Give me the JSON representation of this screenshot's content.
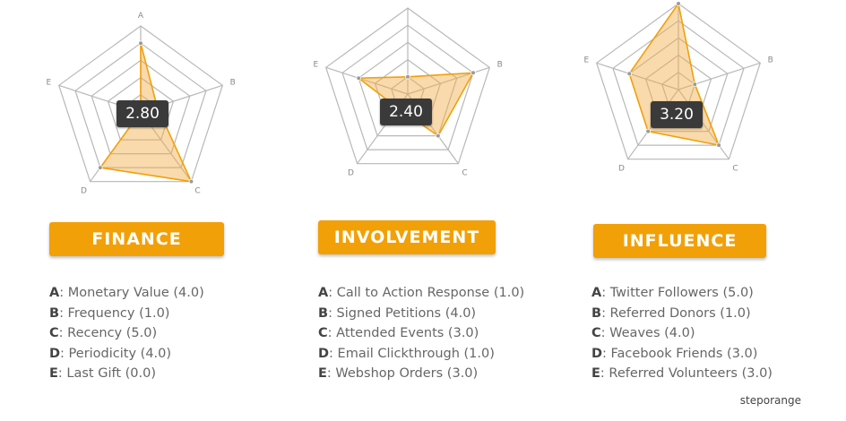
{
  "colors": {
    "accent": "#f2a007",
    "fill": "rgba(242,174,70,0.45)",
    "grid": "#b8b8b8",
    "badge": "#3a3a3a"
  },
  "credit": "steporange",
  "chart_data": [
    {
      "type": "radar",
      "title": "FINANCE",
      "score": "2.80",
      "axes": [
        "A",
        "B",
        "C",
        "D",
        "E"
      ],
      "range": [
        0,
        5
      ],
      "values": [
        4.0,
        1.0,
        5.0,
        4.0,
        0.0
      ],
      "legend": [
        {
          "key": "A",
          "text": ": Monetary Value (4.0)"
        },
        {
          "key": "B",
          "text": ": Frequency (1.0)"
        },
        {
          "key": "C",
          "text": ": Recency (5.0)"
        },
        {
          "key": "D",
          "text": ": Periodicity (4.0)"
        },
        {
          "key": "E",
          "text": ": Last Gift (0.0)"
        }
      ]
    },
    {
      "type": "radar",
      "title": "INVOLVEMENT",
      "score": "2.40",
      "axes": [
        "A",
        "B",
        "C",
        "D",
        "E"
      ],
      "range": [
        0,
        5
      ],
      "values": [
        1.0,
        4.0,
        3.0,
        1.0,
        3.0
      ],
      "legend": [
        {
          "key": "A",
          "text": ": Call to Action Response (1.0)"
        },
        {
          "key": "B",
          "text": ": Signed Petitions (4.0)"
        },
        {
          "key": "C",
          "text": ": Attended Events (3.0)"
        },
        {
          "key": "D",
          "text": ": Email Clickthrough (1.0)"
        },
        {
          "key": "E",
          "text": ": Webshop Orders (3.0)"
        }
      ]
    },
    {
      "type": "radar",
      "title": "INFLUENCE",
      "score": "3.20",
      "axes": [
        "A",
        "B",
        "C",
        "D",
        "E"
      ],
      "range": [
        0,
        5
      ],
      "values": [
        5.0,
        1.0,
        4.0,
        3.0,
        3.0
      ],
      "legend": [
        {
          "key": "A",
          "text": ": Twitter Followers (5.0)"
        },
        {
          "key": "B",
          "text": ": Referred Donors (1.0)"
        },
        {
          "key": "C",
          "text": ": Weaves (4.0)"
        },
        {
          "key": "D",
          "text": ": Facebook Friends (3.0)"
        },
        {
          "key": "E",
          "text": ": Referred Volunteers (3.0)"
        }
      ]
    }
  ]
}
